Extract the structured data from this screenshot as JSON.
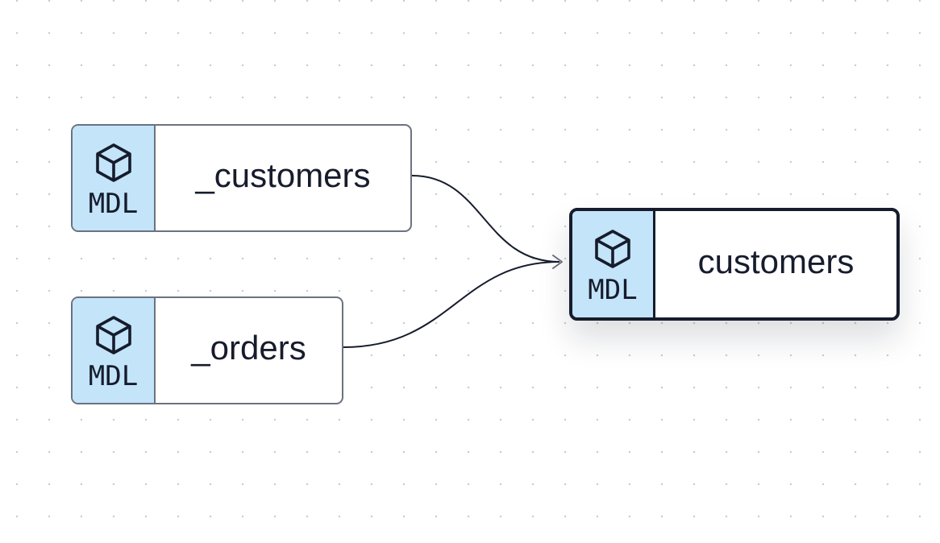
{
  "diagram": {
    "nodes": [
      {
        "id": "n1",
        "badge": "MDL",
        "label": "_customers",
        "icon": "cube-icon",
        "selected": false
      },
      {
        "id": "n2",
        "badge": "MDL",
        "label": "_orders",
        "icon": "cube-icon",
        "selected": false
      },
      {
        "id": "n3",
        "badge": "MDL",
        "label": "customers",
        "icon": "cube-icon",
        "selected": true
      }
    ],
    "edges": [
      {
        "from": "_customers",
        "to": "customers"
      },
      {
        "from": "_orders",
        "to": "customers"
      }
    ],
    "colors": {
      "badge_background": "#c3e4f9",
      "node_border": "#6b7280",
      "selected_border": "#161c2c",
      "text": "#161c2c",
      "edge": "#161c2c",
      "grid_dot": "#c9cdd3"
    }
  }
}
